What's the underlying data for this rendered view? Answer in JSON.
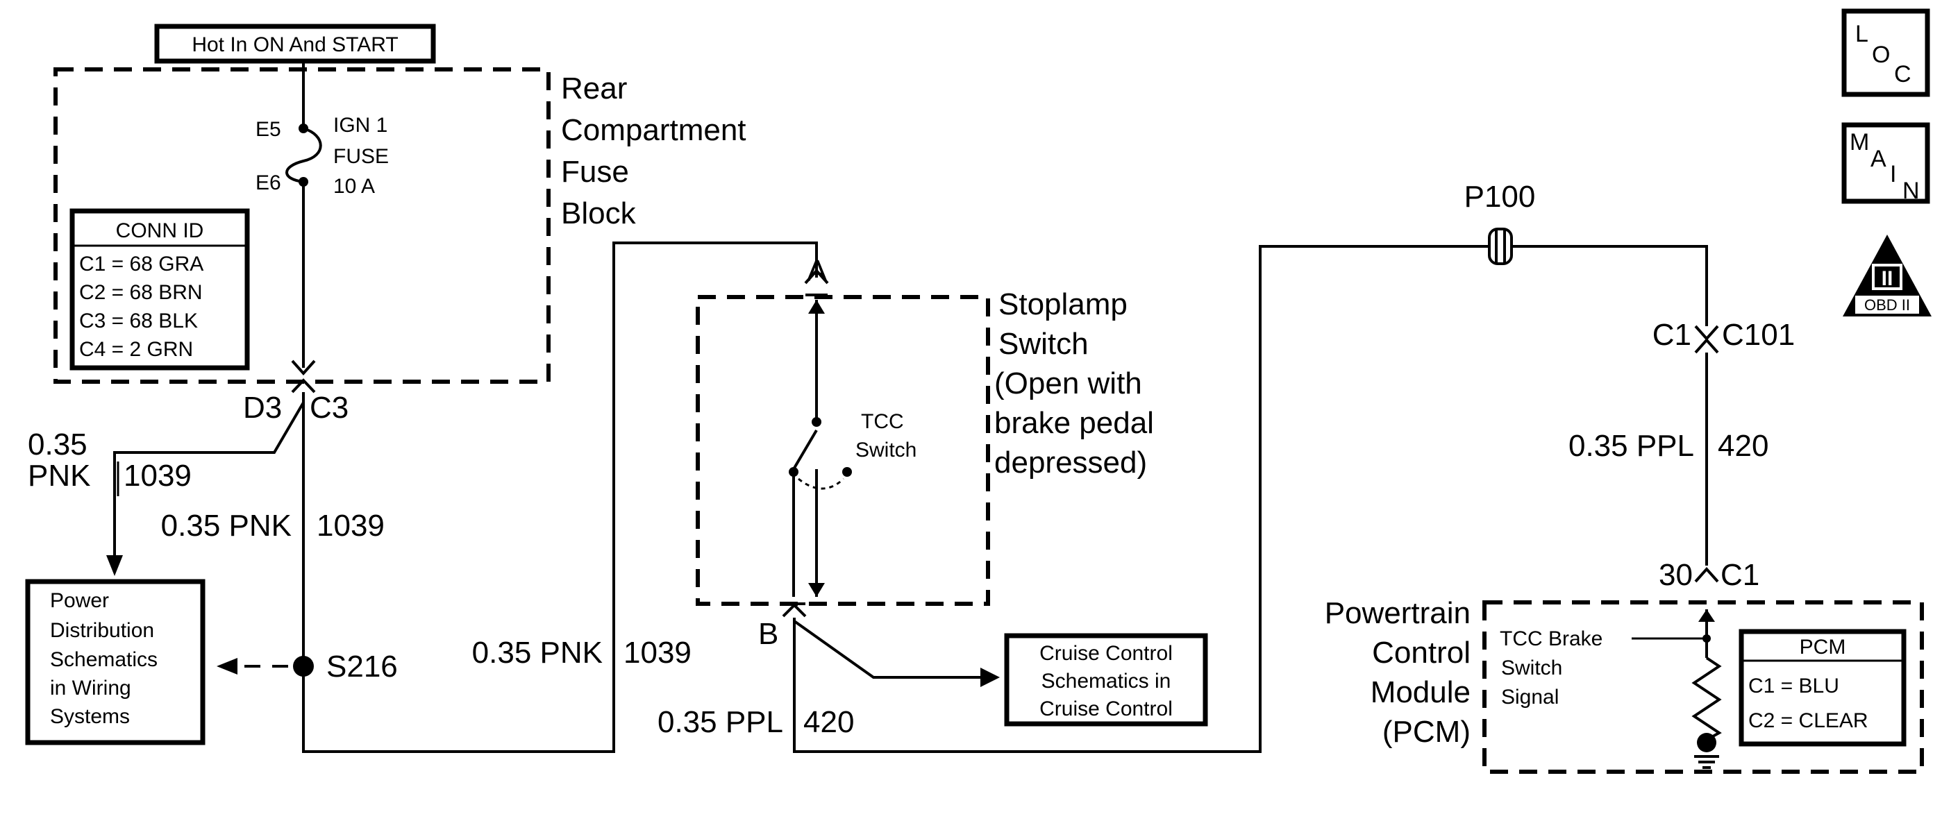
{
  "power_source": {
    "label": "Hot In ON And START"
  },
  "fuse_block": {
    "name_lines": [
      "Rear",
      "Compartment",
      "Fuse",
      "Block"
    ],
    "fuse": {
      "pin_in": "E5",
      "pin_out": "E6",
      "lines": [
        "IGN 1",
        "FUSE",
        "10 A"
      ]
    },
    "conn_id": {
      "title": "CONN ID",
      "rows": [
        "C1 = 68 GRA",
        "C2 = 68 BRN",
        "C3 = 68 BLK",
        "C4 = 2 GRN"
      ]
    },
    "connector": {
      "left": "D3",
      "right": "C3"
    }
  },
  "wires": {
    "branch_pnk_line1": "0.35",
    "branch_pnk_line2": "PNK",
    "branch_pnk_circuit": "1039",
    "main_pnk": "0.35 PNK",
    "main_pnk_circuit": "1039",
    "right_pnk": "0.35 PNK",
    "right_pnk_circuit": "1039",
    "ppl_bottom": "0.35 PPL",
    "ppl_bottom_circuit": "420",
    "ppl_right": "0.35 PPL",
    "ppl_right_circuit": "420"
  },
  "splice": {
    "label": "S216"
  },
  "refs": {
    "power_distribution": [
      "Power",
      "Distribution",
      "Schematics",
      "in Wiring",
      "Systems"
    ],
    "cruise_control": [
      "Cruise Control",
      "Schematics in",
      "Cruise Control"
    ]
  },
  "stoplamp_switch": {
    "title_lines": [
      "Stoplamp",
      "Switch",
      "(Open with",
      "brake pedal",
      "depressed)"
    ],
    "terminal_a": "A",
    "terminal_b": "B",
    "switch_lines": [
      "TCC",
      "Switch"
    ]
  },
  "inline_connector": {
    "label": "P100"
  },
  "c101": {
    "left": "C1",
    "right": "C101"
  },
  "pcm_connector": {
    "left": "30",
    "right": "C1"
  },
  "pcm": {
    "name_lines": [
      "Powertrain",
      "Control",
      "Module",
      "(PCM)"
    ],
    "signal_lines": [
      "TCC Brake",
      "Switch",
      "Signal"
    ],
    "conn": {
      "title": "PCM",
      "rows": [
        "C1 = BLU",
        "C2 = CLEAR"
      ]
    }
  },
  "nav": {
    "loc": {
      "l": "L",
      "o": "O",
      "c": "C"
    },
    "main": {
      "m": "M",
      "a": "A",
      "i": "I",
      "n": "N"
    },
    "obd": {
      "numeral": "II",
      "label": "OBD II"
    }
  }
}
